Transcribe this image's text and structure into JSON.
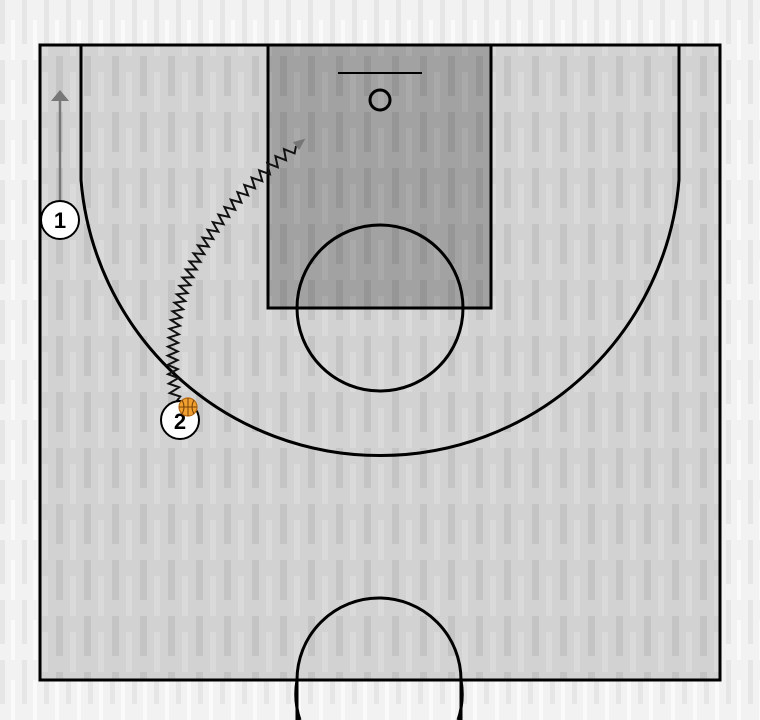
{
  "players": [
    {
      "id": "player-1",
      "label": "1"
    },
    {
      "id": "player-2",
      "label": "2"
    }
  ],
  "actions": [
    {
      "player": "1",
      "type": "cut"
    },
    {
      "player": "2",
      "type": "dribble",
      "has_ball": true
    }
  ],
  "colors": {
    "background": "#efefef",
    "court_floor": "#c8c8c8",
    "paint": "#9a9a9a",
    "lines": "#000000",
    "movement_arrow": "#777777",
    "dribble_line": "#111111",
    "ball": "#f0a030",
    "player_fill": "#ffffff"
  },
  "icons": {
    "ball": "basketball-icon",
    "cut": "arrow-up-icon"
  }
}
